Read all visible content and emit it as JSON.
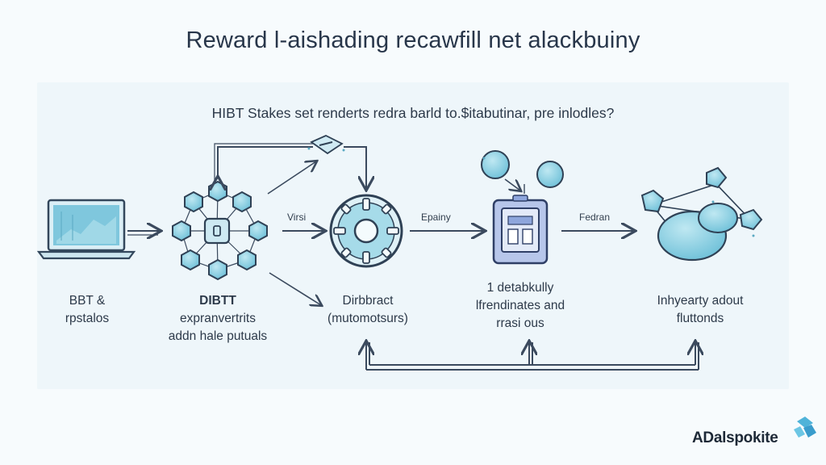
{
  "title": "Reward l-aishading recawfill net alackbuiny",
  "subtitle": "HIBT Stakes set renderts redra barld to.$itabutinar, pre inlodles?",
  "stages": [
    {
      "lines": [
        "BBT &",
        "rpstalos"
      ]
    },
    {
      "lines": [
        "DIBTT",
        "expranvertrits",
        "addn hale putuals"
      ]
    },
    {
      "lines": [
        "Dirbbract",
        "(mutomotsurs)"
      ]
    },
    {
      "lines": [
        "1 detabkully",
        "lfrendinates and",
        "rrasi ous"
      ]
    },
    {
      "lines": [
        "Inhyearty adout",
        "fluttonds"
      ]
    }
  ],
  "arrow_labels": {
    "a1": "Virsi",
    "a2": "Epainy",
    "a3": "Fedran"
  },
  "brand": "ADalspokite",
  "colors": {
    "line": "#3b4a5e",
    "node_fill": "#8fd0e2",
    "node_stroke": "#2f4155",
    "accent_blue": "#6f8fc8"
  }
}
